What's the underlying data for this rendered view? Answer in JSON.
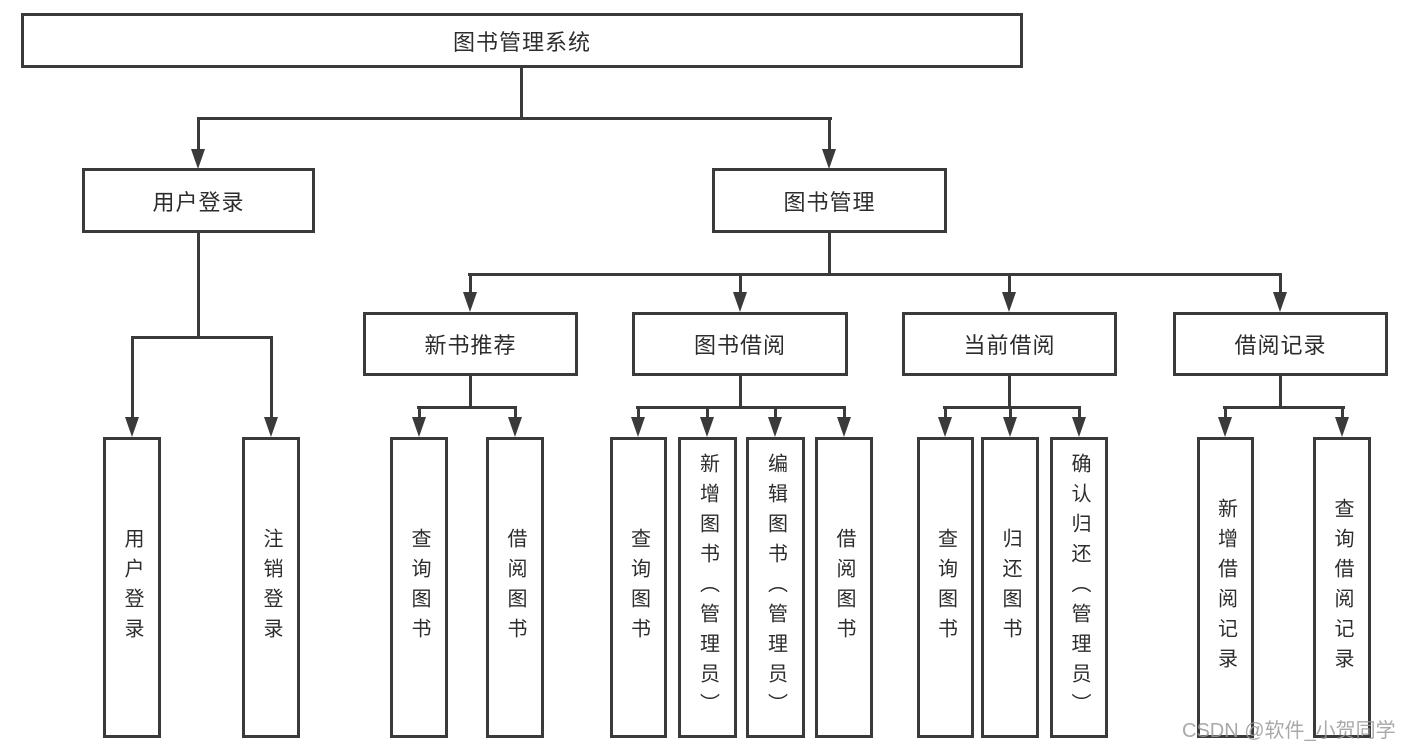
{
  "colors": {
    "line": "#3a3a3a",
    "text": "#2d2d2d",
    "background": "#ffffff",
    "watermark": "#9b9b9b"
  },
  "watermark": {
    "text": "CSDN @软件_小贺同学"
  },
  "diagram": {
    "type": "tree",
    "root": {
      "label": "图书管理系统"
    },
    "branches": [
      {
        "label": "用户登录",
        "children": [
          {
            "label": "用户登录"
          },
          {
            "label": "注销登录"
          }
        ]
      },
      {
        "label": "图书管理",
        "children": [
          {
            "label": "新书推荐",
            "children": [
              {
                "label": "查询图书"
              },
              {
                "label": "借阅图书"
              }
            ]
          },
          {
            "label": "图书借阅",
            "children": [
              {
                "label": "查询图书"
              },
              {
                "label": "新增图书（管理员）"
              },
              {
                "label": "编辑图书（管理员）"
              },
              {
                "label": "借阅图书"
              }
            ]
          },
          {
            "label": "当前借阅",
            "children": [
              {
                "label": "查询图书"
              },
              {
                "label": "归还图书"
              },
              {
                "label": "确认归还（管理员）"
              }
            ]
          },
          {
            "label": "借阅记录",
            "children": [
              {
                "label": "新增借阅记录"
              },
              {
                "label": "查询借阅记录"
              }
            ]
          }
        ]
      }
    ]
  }
}
